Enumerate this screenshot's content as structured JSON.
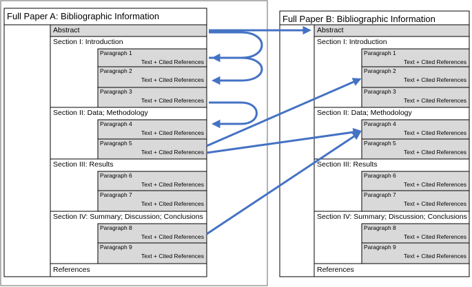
{
  "paper_a": {
    "title": "Full Paper A: Bibliographic Information",
    "abstract": "Abstract",
    "sections": [
      {
        "label": "Section I: Introduction",
        "paragraphs": [
          {
            "label": "Paragraph 1",
            "content": "Text + Cited References"
          },
          {
            "label": "Paragraph 2",
            "content": "Text + Cited References"
          },
          {
            "label": "Paragraph 3",
            "content": "Text + Cited References"
          }
        ]
      },
      {
        "label": "Section II: Data; Methodology",
        "paragraphs": [
          {
            "label": "Paragraph 4",
            "content": "Text + Cited References"
          },
          {
            "label": "Paragraph 5",
            "content": "Text + Cited References"
          }
        ]
      },
      {
        "label": "Section III: Results",
        "paragraphs": [
          {
            "label": "Paragraph 6",
            "content": "Text + Cited References"
          },
          {
            "label": "Paragraph 7",
            "content": "Text + Cited References"
          }
        ]
      },
      {
        "label": "Section IV: Summary; Discussion; Conclusions",
        "paragraphs": [
          {
            "label": "Paragraph 8",
            "content": "Text + Cited References"
          },
          {
            "label": "Paragraph 9",
            "content": "Text + Cited References"
          }
        ]
      }
    ],
    "references": "References"
  },
  "paper_b": {
    "title": "Full Paper B: Bibliographic Information",
    "abstract": "Abstract",
    "sections": [
      {
        "label": "Section I: Introduction",
        "paragraphs": [
          {
            "label": "Paragraph 1",
            "content": "Text + Cited References"
          },
          {
            "label": "Paragraph 2",
            "content": "Text + Cited References"
          },
          {
            "label": "Paragraph 3",
            "content": "Text + Cited References"
          }
        ]
      },
      {
        "label": "Section II: Data; Methodology",
        "paragraphs": [
          {
            "label": "Paragraph 4",
            "content": "Text + Cited References"
          },
          {
            "label": "Paragraph 5",
            "content": "Text + Cited References"
          }
        ]
      },
      {
        "label": "Section III: Results",
        "paragraphs": [
          {
            "label": "Paragraph 6",
            "content": "Text + Cited References"
          },
          {
            "label": "Paragraph 7",
            "content": "Text + Cited References"
          }
        ]
      },
      {
        "label": "Section IV: Summary; Discussion; Conclusions",
        "paragraphs": [
          {
            "label": "Paragraph 8",
            "content": "Text + Cited References"
          },
          {
            "label": "Paragraph 9",
            "content": "Text + Cited References"
          }
        ]
      }
    ],
    "references": "References"
  },
  "colors": {
    "arrow": "#4472c4",
    "shade": "#d9d9d9",
    "border": "#000000",
    "outer_frame": "#808080"
  }
}
